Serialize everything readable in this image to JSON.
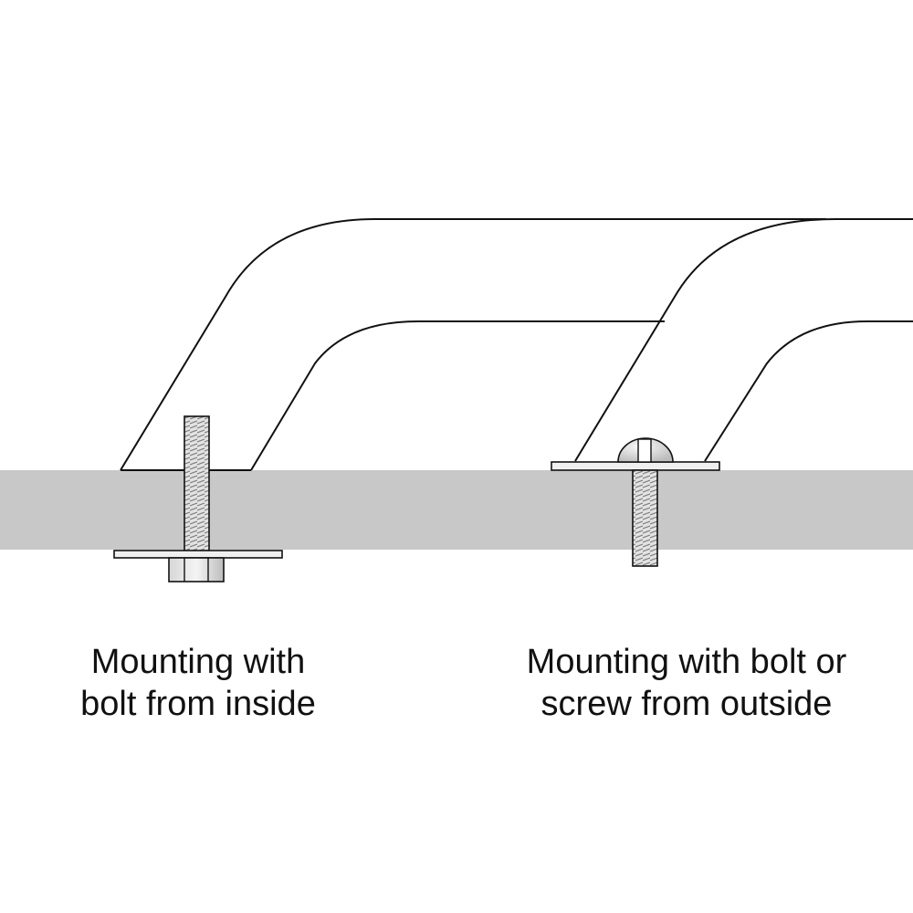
{
  "colors": {
    "outline": "#111111",
    "surface": "#c8c8c8",
    "background": "#ffffff",
    "metal_light": "#eeeeee",
    "metal_mid": "#bdbdbd",
    "metal_dark": "#8e8e8e"
  },
  "captions": {
    "left": {
      "line1": "Mounting with",
      "line2": "bolt from inside"
    },
    "right": {
      "line1": "Mounting with bolt or",
      "line2": "screw from outside"
    }
  }
}
